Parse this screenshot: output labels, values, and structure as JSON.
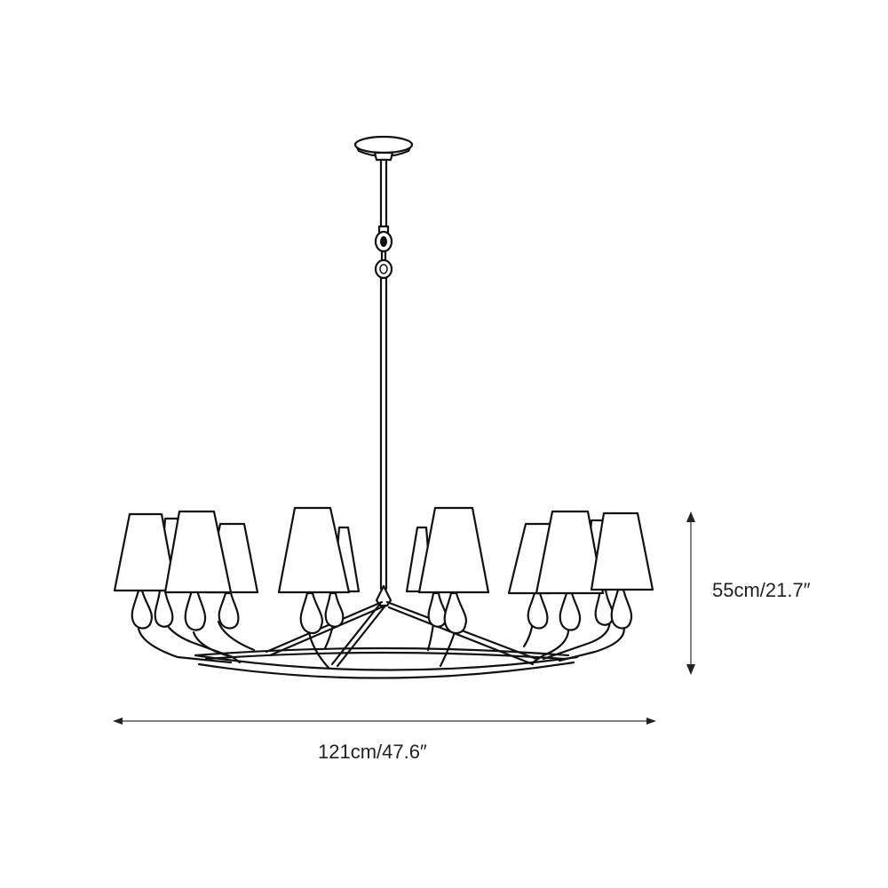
{
  "diagram": {
    "subject": "chandelier-line-drawing",
    "dimensions": {
      "height_label": "55cm/21.7″",
      "width_label": "121cm/47.6″"
    },
    "colors": {
      "line": "#111111",
      "dimension_line": "#333333",
      "background": "#ffffff"
    }
  }
}
